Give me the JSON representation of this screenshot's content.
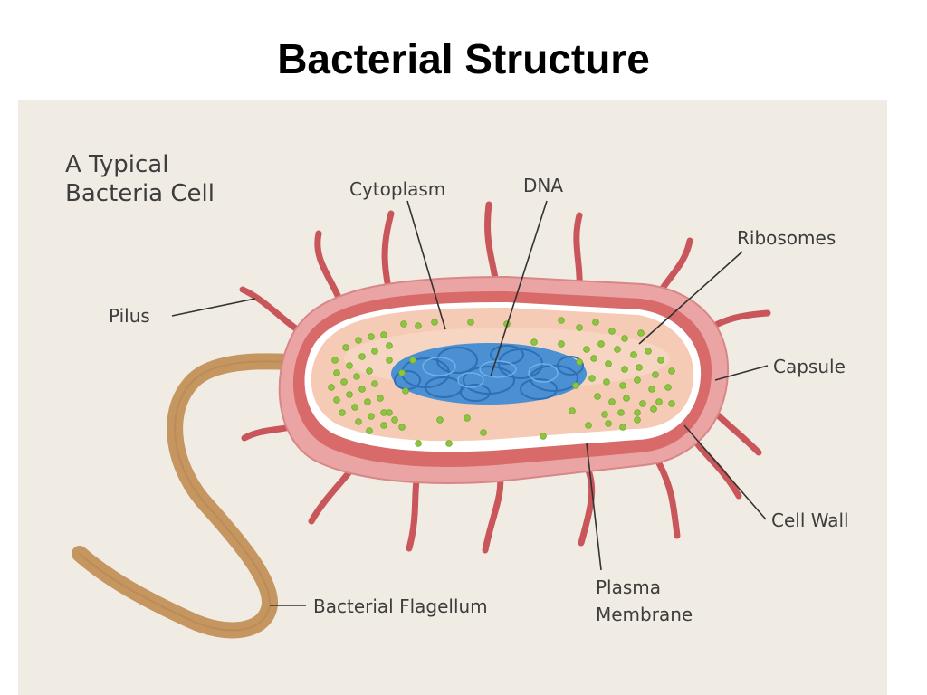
{
  "title": "Bacterial Structure",
  "diagram": {
    "subtitle_line1": "A Typical",
    "subtitle_line2": "Bacteria Cell",
    "labels": {
      "cytoplasm": "Cytoplasm",
      "dna": "DNA",
      "ribosomes": "Ribosomes",
      "pilus": "Pilus",
      "capsule": "Capsule",
      "cell_wall": "Cell Wall",
      "plasma_membrane_line1": "Plasma",
      "plasma_membrane_line2": "Membrane",
      "flagellum": "Bacterial Flagellum"
    },
    "colors": {
      "panel_background": "#f1ece3",
      "capsule": "#eaa4a4",
      "cell_wall": "#d86a6a",
      "membrane": "#ffffff",
      "cytoplasm": "#f6cbb6",
      "dna": "#3f86c9",
      "ribosome": "#8cc63f",
      "pili": "#c9565a",
      "flagellum": "#c69660"
    }
  }
}
